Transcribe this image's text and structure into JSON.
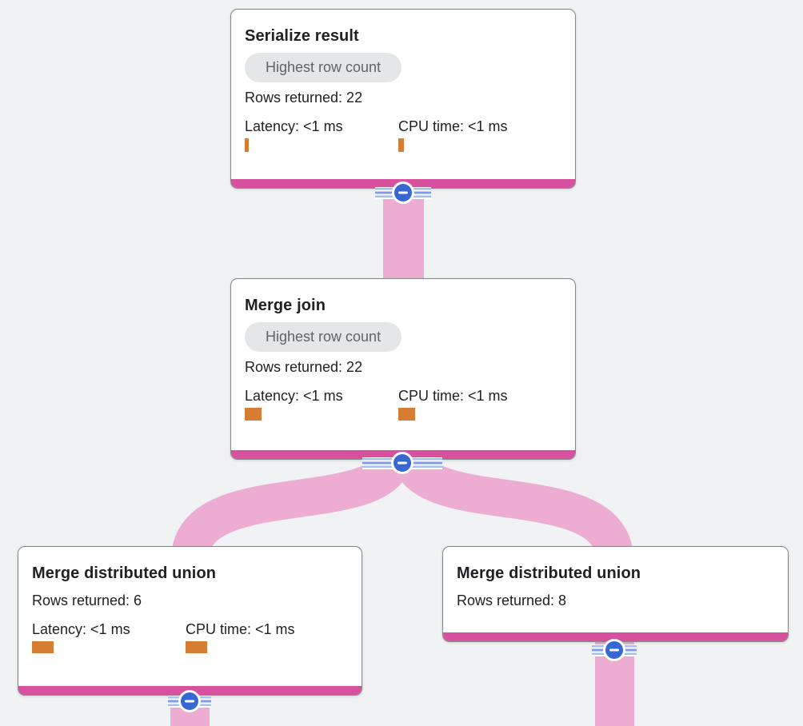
{
  "colors": {
    "page-bg": "#f0f2f3",
    "card-bg": "#ffffff",
    "card-border": "#85898d",
    "pink-strong": "#d8519e",
    "pink-band": "#edacd2",
    "orange-bar": "#d57e33",
    "button-blue": "#3767d2",
    "stripe-light": "#a9bdef",
    "stripe-mid": "#7e9ce8",
    "badge-bg": "#e5e6e8",
    "badge-text": "#5f6368",
    "text": "#202124"
  },
  "icons": {
    "collapse_button": "minus-icon"
  },
  "nodes": [
    {
      "title": "Serialize result",
      "badge": "Highest row count",
      "rows_returned": "Rows returned: 22",
      "latency_label": "Latency: <1 ms",
      "cpu_label": "CPU time: <1 ms",
      "latency_bar": {
        "w": 5,
        "h": 17
      },
      "cpu_bar": {
        "w": 7,
        "h": 17
      }
    },
    {
      "title": "Merge join",
      "badge": "Highest row count",
      "rows_returned": "Rows returned: 22",
      "latency_label": "Latency: <1 ms",
      "cpu_label": "CPU time: <1 ms",
      "latency_bar": {
        "w": 21,
        "h": 16
      },
      "cpu_bar": {
        "w": 21,
        "h": 16
      }
    },
    {
      "title": "Merge distributed union",
      "rows_returned": "Rows returned: 6",
      "latency_label": "Latency: <1 ms",
      "cpu_label": "CPU time: <1 ms",
      "latency_bar": {
        "w": 27,
        "h": 15
      },
      "cpu_bar": {
        "w": 27,
        "h": 15
      }
    },
    {
      "title": "Merge distributed union",
      "rows_returned": "Rows returned: 8"
    }
  ]
}
